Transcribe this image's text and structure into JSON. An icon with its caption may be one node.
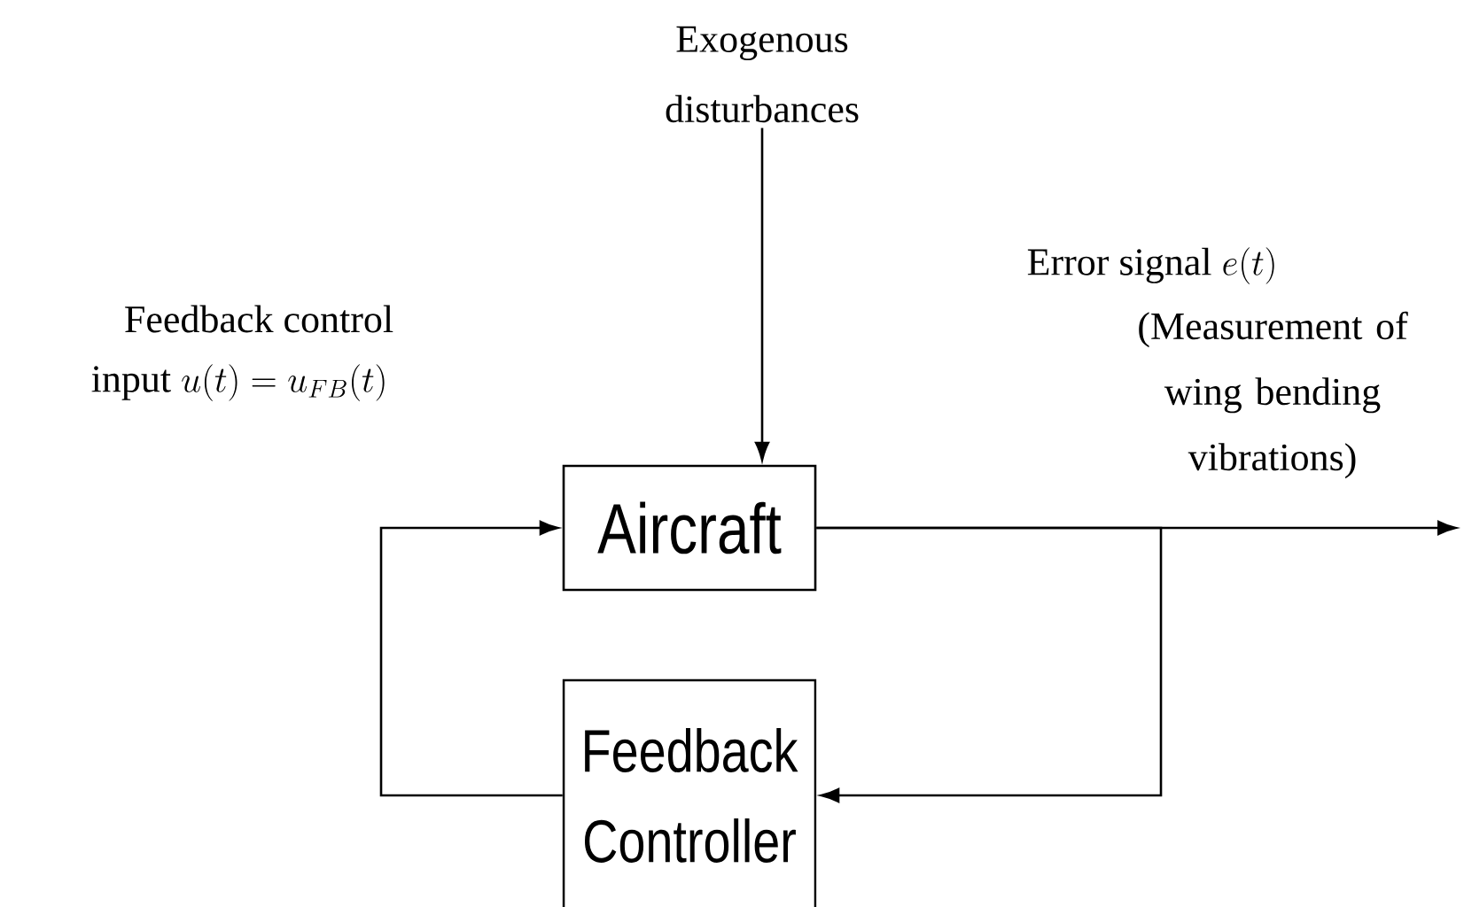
{
  "diagram": {
    "nodes": [
      {
        "text": [
          "Aircraft"
        ]
      },
      {
        "text": [
          "Feedback Controller"
        ]
      },
      {
        "text": [
          "Exogenous disturbances"
        ]
      }
    ],
    "edges": [
      {
        "from": 2,
        "to": 0,
        "arrow": "to"
      },
      {
        "from": 0,
        "to": null,
        "arrow": "to"
      },
      {
        "from": 0,
        "to": 1,
        "arrow": "to"
      },
      {
        "from": 1,
        "to": 0,
        "arrow": "to"
      }
    ],
    "labels": [
      "Feedback control",
      "input",
      "u(t) = u_{FB}(t)",
      "Error signal",
      "e(t)",
      "(Measurement of wing bending vibrations)"
    ]
  }
}
